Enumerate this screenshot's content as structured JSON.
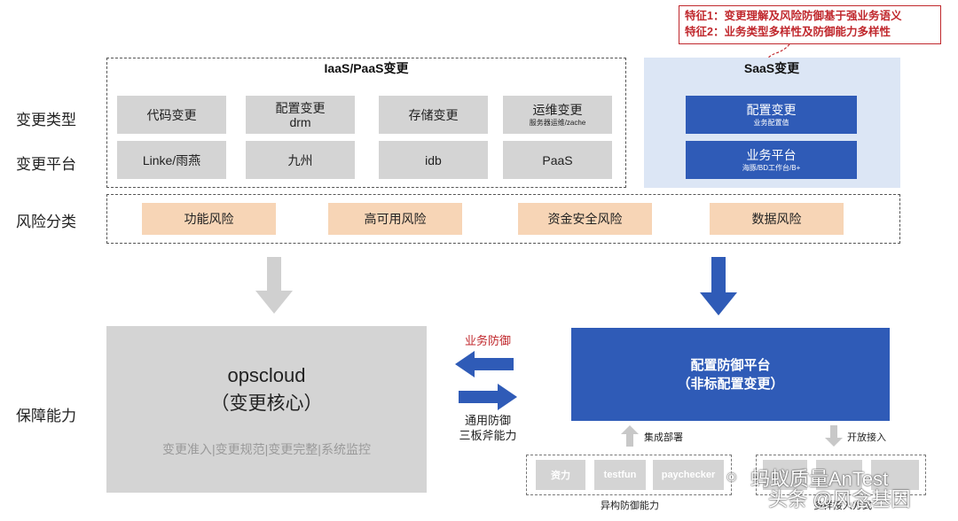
{
  "features": {
    "line1": "特征1：变更理解及风险防御基于强业务语义",
    "line2": "特征2：业务类型多样性及防御能力多样性"
  },
  "row_labels": {
    "change_type": "变更类型",
    "change_platform": "变更平台",
    "risk_category": "风险分类",
    "guarantee": "保障能力"
  },
  "iaas": {
    "title": "IaaS/PaaS变更",
    "types": [
      {
        "label": "代码变更",
        "sub": ""
      },
      {
        "label": "配置变更\ndrm",
        "sub": ""
      },
      {
        "label": "存储变更",
        "sub": ""
      },
      {
        "label": "运维变更",
        "sub": "服务器运维/zache"
      }
    ],
    "platforms": [
      "Linke/雨燕",
      "九州",
      "idb",
      "PaaS"
    ]
  },
  "saas": {
    "title": "SaaS变更",
    "type": {
      "label": "配置变更",
      "sub": "业务配置值"
    },
    "platform": {
      "label": "业务平台",
      "sub": "海豚/BD工作台/B+"
    }
  },
  "risks": [
    "功能风险",
    "高可用风险",
    "资金安全风险",
    "数据风险"
  ],
  "opscloud": {
    "title": "opscloud",
    "subtitle": "（变更核心）",
    "desc": "变更准入|变更规范|变更完整|系统监控"
  },
  "middle": {
    "business_defense": "业务防御",
    "general_defense": "通用防御\n三板斧能力"
  },
  "config_platform": {
    "title": "配置防御平台",
    "subtitle": "（非标配置变更）"
  },
  "deploy": {
    "integrate_label": "集成部署",
    "open_label": "开放接入",
    "left_items": [
      "资力",
      "testfun",
      "paychecker"
    ],
    "left_caption": "异构防御能力",
    "right_caption": "多样接入方式"
  },
  "watermark": {
    "brand": "蚂蚁质量AnTest",
    "footer": "头条 @风念基因"
  },
  "colors": {
    "gray": "#d4d4d4",
    "blue": "#2f5bb7",
    "peach": "#f7d5b6",
    "red": "#c0282d"
  }
}
